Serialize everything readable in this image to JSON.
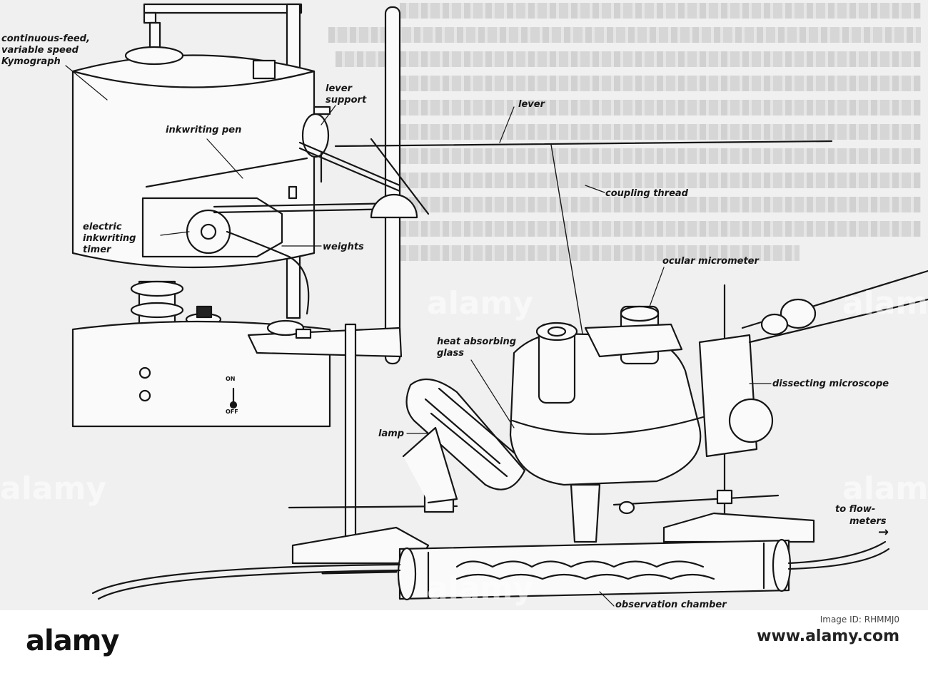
{
  "labels": {
    "kymograph_l1": "continuous-feed,",
    "kymograph_l2": "variable speed",
    "kymograph_l3": "Kymograph",
    "lever_support_l1": "lever",
    "lever_support_l2": "support",
    "lever": "lever",
    "inkwriting_pen": "inkwriting pen",
    "coupling_thread": "coupling thread",
    "timer_l1": "electric",
    "timer_l2": "inkwriting",
    "timer_l3": "timer",
    "weights": "weights",
    "ocular_micrometer": "ocular micrometer",
    "heat_glass_l1": "heat absorbing",
    "heat_glass_l2": "glass",
    "dissecting_microscope": "dissecting microscope",
    "lamp": "lamp",
    "switch_on": "ON",
    "switch_off": "OFF",
    "flow_l1": "to flow-",
    "flow_l2": "meters",
    "flow_arrow": "→",
    "observation_chamber": "observation chamber"
  },
  "watermarks": [
    "alamy",
    "alamy",
    "alamy",
    "alamy",
    "alamy"
  ],
  "footer": {
    "brand": "alamy",
    "image_id_label": "Image ID: RHMMJ0",
    "image_id_code": "www.alamy.com"
  },
  "colors": {
    "ink": "#161616",
    "paper": "#f0f0f0",
    "background": "#ffffff"
  }
}
